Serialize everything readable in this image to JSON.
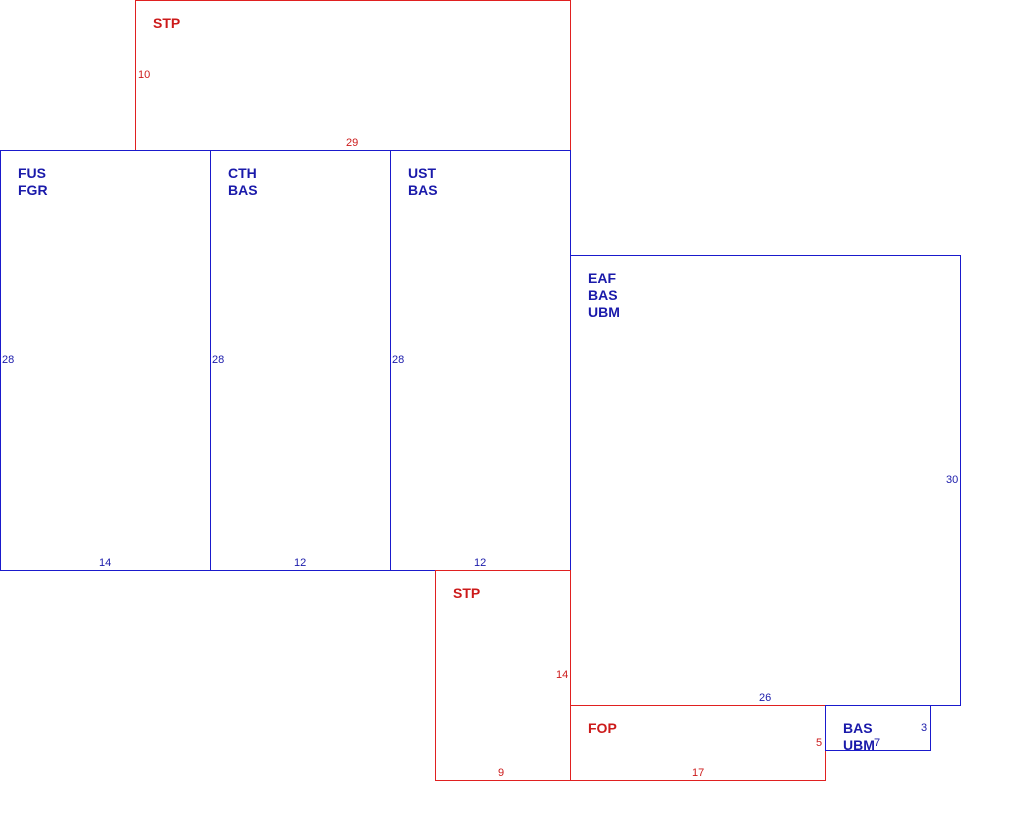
{
  "rooms": {
    "stp_top": {
      "codes": [
        "STP"
      ],
      "depth": "10",
      "width": "29"
    },
    "fus": {
      "codes": [
        "FUS",
        "FGR"
      ],
      "depth": "28",
      "width": "14"
    },
    "cth": {
      "codes": [
        "CTH",
        "BAS"
      ],
      "depth": "28",
      "width": "12"
    },
    "ust": {
      "codes": [
        "UST",
        "BAS"
      ],
      "depth": "28",
      "width": "12"
    },
    "eaf": {
      "codes": [
        "EAF",
        "BAS",
        "UBM"
      ],
      "depth": "30",
      "width": "26"
    },
    "stp_bottom": {
      "codes": [
        "STP"
      ],
      "depth": "14",
      "width": "9"
    },
    "fop": {
      "codes": [
        "FOP"
      ],
      "depth": "5",
      "width": "17"
    },
    "bas_ubm": {
      "codes": [
        "BAS",
        "UBM"
      ],
      "depth": "3",
      "width": "7"
    }
  },
  "colors": {
    "structure": "#1a1acc",
    "exterior": "#e02020"
  }
}
